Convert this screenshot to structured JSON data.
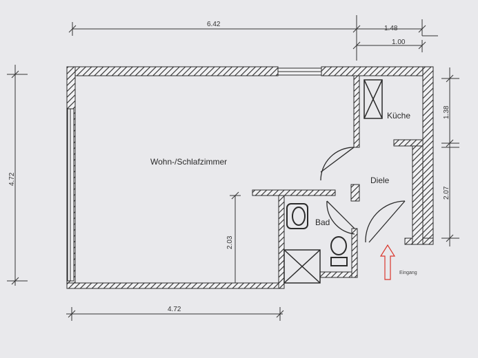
{
  "rooms": {
    "living": "Wohn-/Schlafzimmer",
    "kitchen": "Küche",
    "hall": "Diele",
    "bath": "Bad"
  },
  "dimensions": {
    "top_total": "6.42",
    "top_right_outer": "1.48",
    "top_right_inner": "1.00",
    "left_height": "4.72",
    "bottom_width": "4.72",
    "right_upper": "1.38",
    "right_lower": "2.07",
    "inner_height": "2.03"
  },
  "entrance": {
    "label": "Eingang",
    "arrow_color": "#d9362b"
  },
  "colors": {
    "paper": "#e9e9ec",
    "wall": "#2b2b2b",
    "line": "#333333"
  }
}
